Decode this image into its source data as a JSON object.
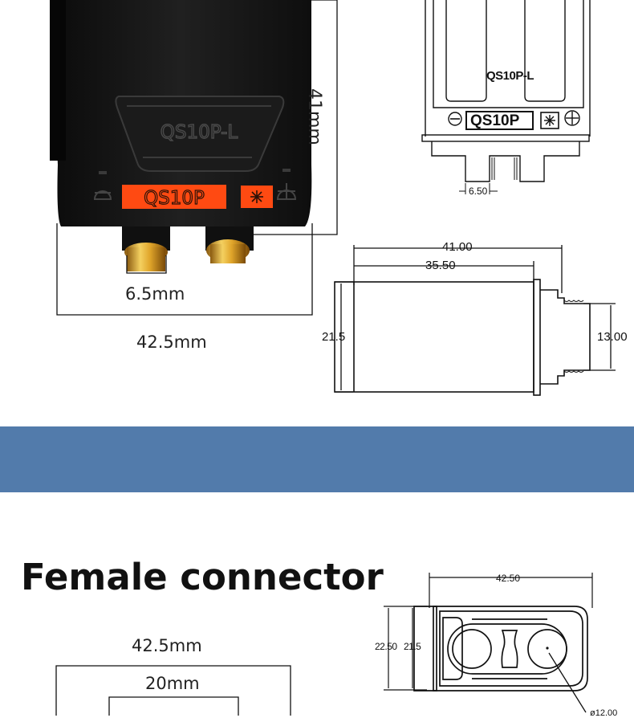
{
  "male_photo": {
    "housing_text": "QS10P-L",
    "badge_text": "QS10P",
    "height_label": "41mm",
    "pin_width_label": "6.5mm",
    "width_label": "42.5mm"
  },
  "male_top_drawing": {
    "model_top": "QS10P-L",
    "model_plate": "QS10P",
    "pin_dim": "6.50"
  },
  "male_side_drawing": {
    "overall_length": "41.00",
    "body_length": "35.50",
    "height": "21.5",
    "tail_height": "13.00"
  },
  "female_section": {
    "title": "Female connector",
    "width_label": "42.5mm",
    "inner_width_label": "20mm"
  },
  "female_drawing": {
    "width": "42.50",
    "outer_height": "22.50",
    "inner_height": "21.5",
    "hole_dim": "ø12.00"
  },
  "colors": {
    "band": "#527bab",
    "badge_orange": "#ff4a12",
    "housing_black": "#151515",
    "pin_gold": "#d9a321"
  }
}
